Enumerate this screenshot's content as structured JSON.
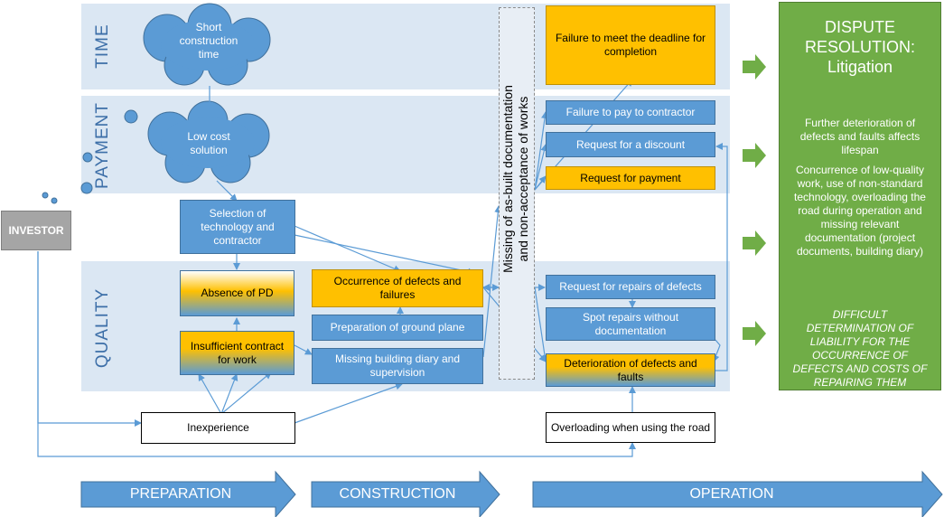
{
  "bands": {
    "time": "TIME",
    "payment": "PAYMENT",
    "quality": "QUALITY"
  },
  "investor": "INVESTOR",
  "clouds": {
    "short_time": "Short construction time",
    "low_cost": "Low cost solution"
  },
  "boxes": {
    "selection": "Selection of technology and contractor",
    "absence_pd": "Absence of PD",
    "insufficient_contract": "Insufficient contract for work",
    "inexperience": "Inexperience",
    "defects_failures": "Occurrence of defects and failures",
    "ground_plane": "Preparation of ground plane",
    "missing_diary": "Missing building diary and supervision",
    "deadline": "Failure to meet the deadline for completion",
    "fail_pay": "Failure to pay to contractor",
    "discount": "Request for a discount",
    "req_payment": "Request for payment",
    "req_repairs": "Request for repairs of defects",
    "spot_repairs": "Spot repairs without documentation",
    "deterioration": "Deterioration of defects and faults",
    "overloading": "Overloading when using the road"
  },
  "vertical_bar": {
    "line1": "Missing of as-built documentation",
    "line2": "and non-acceptance of works"
  },
  "dispute": {
    "title1": "DISPUTE",
    "title2": "RESOLUTION:",
    "title3": "Litigation",
    "para1": "Further deterioration of defects and faults affects lifespan",
    "para2": "Concurrence of low-quality work, use of non-standard technology, overloading the road during operation and missing relevant documentation (project documents, building diary)",
    "conclusion": "DIFFICULT DETERMINATION OF LIABILITY FOR THE OCCURRENCE OF DEFECTS AND COSTS OF REPAIRING THEM"
  },
  "phases": {
    "preparation": "PREPARATION",
    "construction": "CONSTRUCTION",
    "operation": "OPERATION"
  },
  "colors": {
    "band": "#dbe7f3",
    "blue": "#5b9bd5",
    "orange": "#ffc000",
    "green": "#70ad47",
    "gray": "#a5a5a5",
    "band_text": "#3d6fa8"
  }
}
